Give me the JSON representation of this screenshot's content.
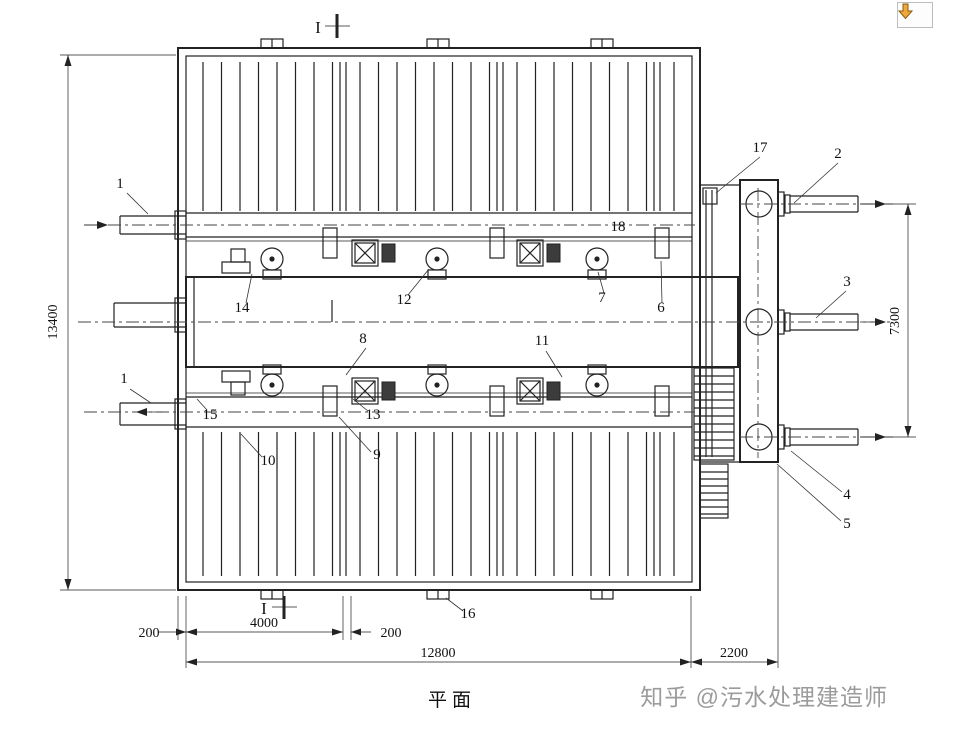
{
  "page": {
    "title": "平面",
    "watermark": "知乎 @污水处理建造师"
  },
  "marks": {
    "top": "I",
    "bottom": "I"
  },
  "dimensions": {
    "height_total": "13400",
    "outlet_height": "7300",
    "left_wall": "200",
    "bay": "4000",
    "mid_wall": "200",
    "length_total": "12800",
    "outlet_width": "2200"
  },
  "callouts": [
    {
      "label": "17"
    },
    {
      "label": "2"
    },
    {
      "label": "1"
    },
    {
      "label": "18"
    },
    {
      "label": "3"
    },
    {
      "label": "14"
    },
    {
      "label": "12"
    },
    {
      "label": "7"
    },
    {
      "label": "6"
    },
    {
      "label": "8"
    },
    {
      "label": "11"
    },
    {
      "label": "1"
    },
    {
      "label": "15"
    },
    {
      "label": "13"
    },
    {
      "label": "9"
    },
    {
      "label": "10"
    },
    {
      "label": "4"
    },
    {
      "label": "5"
    },
    {
      "label": "16"
    }
  ],
  "colors": {
    "line": "#222222",
    "watermark": "#9b9b9b",
    "download_arrow": "#f0a83a"
  },
  "icons": {
    "download": "download-arrow"
  }
}
